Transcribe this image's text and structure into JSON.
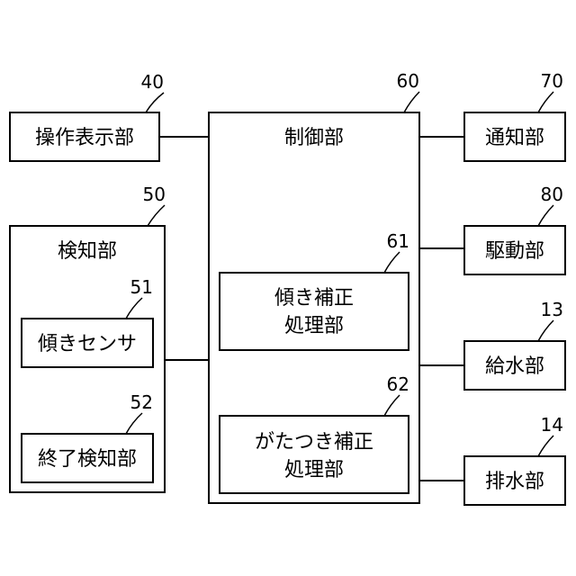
{
  "blocks": {
    "operation_display": {
      "ref": "40",
      "label": "操作表示部"
    },
    "controller": {
      "ref": "60",
      "label": "制御部"
    },
    "notification": {
      "ref": "70",
      "label": "通知部"
    },
    "detector": {
      "ref": "50",
      "label": "検知部"
    },
    "tilt_sensor": {
      "ref": "51",
      "label": "傾きセンサ"
    },
    "end_detector": {
      "ref": "52",
      "label": "終了検知部"
    },
    "tilt_correction": {
      "ref": "61",
      "line1": "傾き補正",
      "line2": "処理部"
    },
    "wobble_correction": {
      "ref": "62",
      "line1": "がたつき補正",
      "line2": "処理部"
    },
    "drive": {
      "ref": "80",
      "label": "駆動部"
    },
    "water_supply": {
      "ref": "13",
      "label": "給水部"
    },
    "water_drain": {
      "ref": "14",
      "label": "排水部"
    }
  }
}
